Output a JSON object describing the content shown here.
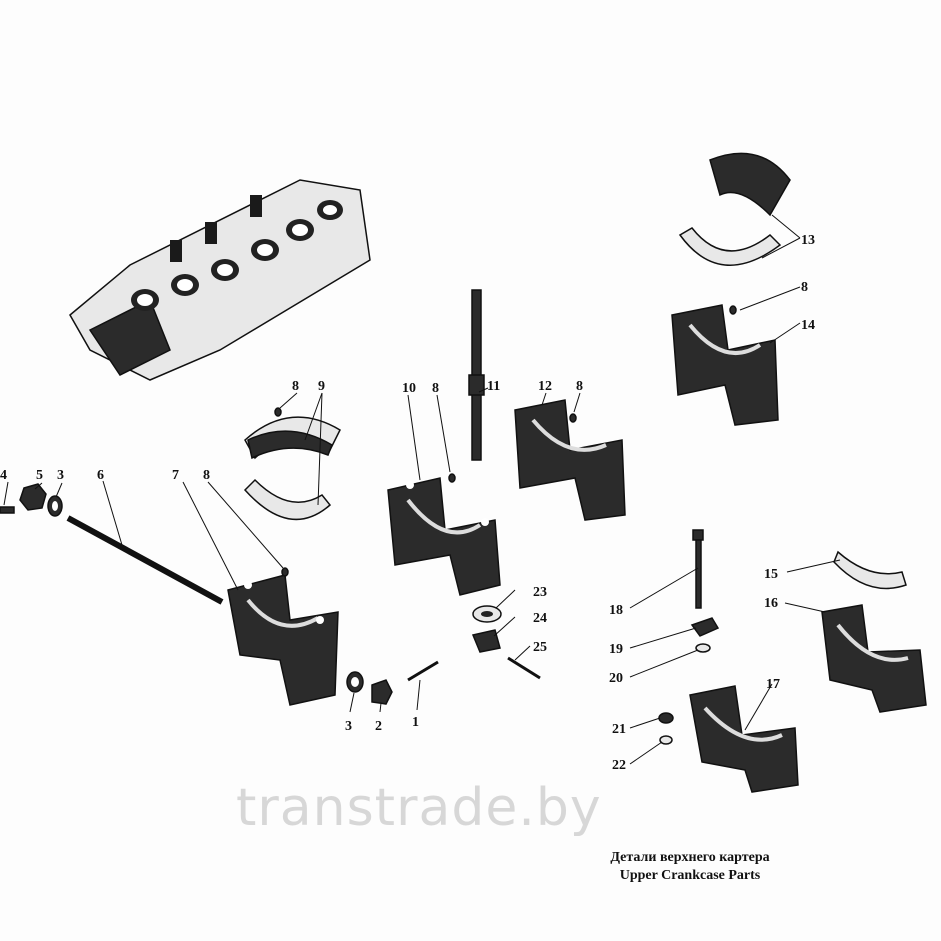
{
  "caption": {
    "ru": "Детали верхнего картера",
    "en": "Upper Crankcase Parts"
  },
  "watermark": "transtrade.by",
  "callouts": [
    "1",
    "2",
    "3",
    "3",
    "4",
    "5",
    "6",
    "7",
    "8",
    "8",
    "8",
    "8",
    "8",
    "9",
    "10",
    "11",
    "12",
    "13",
    "14",
    "15",
    "16",
    "17",
    "18",
    "19",
    "20",
    "21",
    "22",
    "23",
    "24",
    "25"
  ]
}
